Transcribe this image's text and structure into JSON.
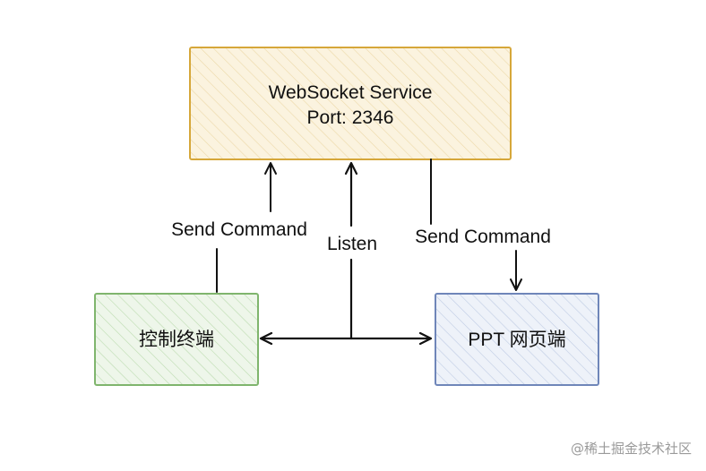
{
  "nodes": {
    "websocket_service": {
      "line1": "WebSocket Service",
      "line2": "Port: 2346",
      "stroke": "#d6a73a",
      "fill": "#fbf3df",
      "hatch": "#ecd9a8"
    },
    "control_terminal": {
      "label": "控制终端",
      "stroke": "#7fb56d",
      "fill": "#eef6ea",
      "hatch": "#bcdcb0"
    },
    "ppt_page": {
      "label": "PPT 网页端",
      "stroke": "#6f86b9",
      "fill": "#eef2f9",
      "hatch": "#bfcbe4"
    }
  },
  "edges": {
    "left_send": {
      "label": "Send Command"
    },
    "listen": {
      "label": "Listen"
    },
    "right_send": {
      "label": "Send Command"
    }
  },
  "watermark": "@稀土掘金技术社区",
  "colors": {
    "line": "#111111",
    "text": "#111111"
  }
}
